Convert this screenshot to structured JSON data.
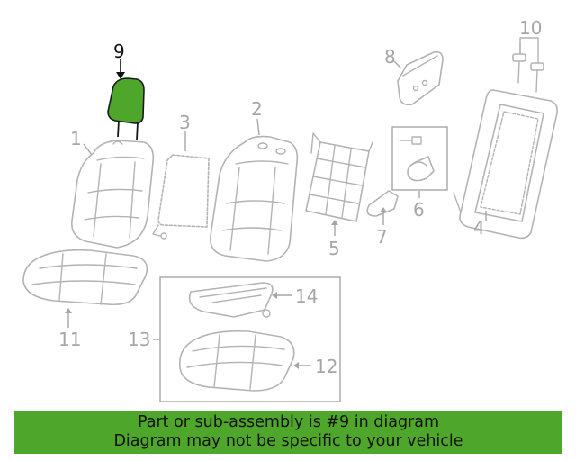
{
  "diagram": {
    "callouts": [
      {
        "id": "1",
        "label": "1"
      },
      {
        "id": "2",
        "label": "2"
      },
      {
        "id": "3",
        "label": "3"
      },
      {
        "id": "4",
        "label": "4"
      },
      {
        "id": "5",
        "label": "5"
      },
      {
        "id": "6",
        "label": "6"
      },
      {
        "id": "7",
        "label": "7"
      },
      {
        "id": "8",
        "label": "8"
      },
      {
        "id": "9",
        "label": "9"
      },
      {
        "id": "10",
        "label": "10"
      },
      {
        "id": "11",
        "label": "11"
      },
      {
        "id": "12",
        "label": "12"
      },
      {
        "id": "13",
        "label": "13"
      },
      {
        "id": "14",
        "label": "14"
      }
    ],
    "highlighted_part": "9",
    "highlight_color": "#4ea72a"
  },
  "banner": {
    "line1": "Part or sub-assembly is #9 in diagram",
    "line2": "Diagram may not be specific to your vehicle",
    "background": "#4ea72a"
  }
}
